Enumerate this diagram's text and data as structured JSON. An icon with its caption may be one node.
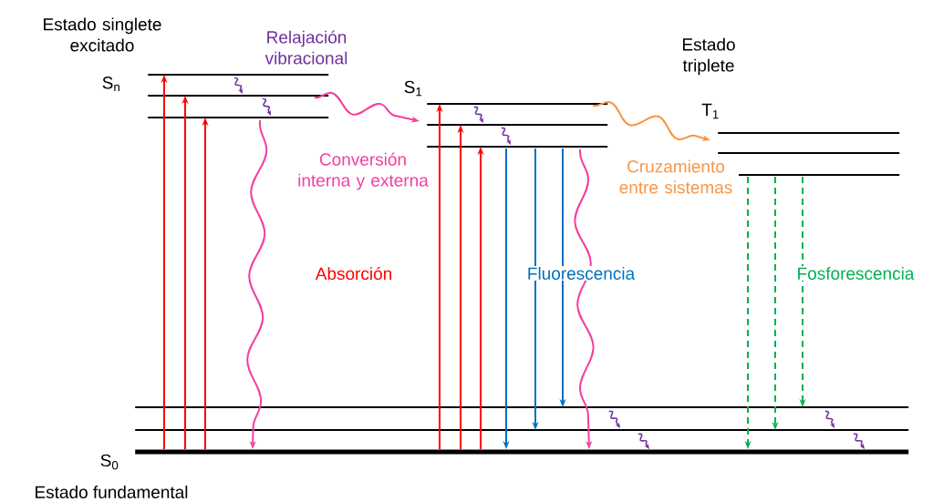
{
  "diagram": {
    "nodes": [
      {
        "text": [],
        "shape": "bar",
        "beside": [
          "Estado singlete excitado",
          "S$_{n}$"
        ]
      },
      {
        "text": [],
        "shape": "bar"
      },
      {
        "text": [],
        "shape": "bar"
      },
      {
        "text": [],
        "shape": "bar",
        "beside": [
          "S$_{1}$"
        ]
      },
      {
        "text": [],
        "shape": "bar"
      },
      {
        "text": [],
        "shape": "bar"
      },
      {
        "text": [],
        "shape": "bar",
        "beside": [
          "Estado triplete",
          "T$_{1}$"
        ]
      },
      {
        "text": [],
        "shape": "bar"
      },
      {
        "text": [],
        "shape": "bar"
      },
      {
        "text": [],
        "shape": "bar"
      },
      {
        "text": [],
        "shape": "bar"
      },
      {
        "text": [],
        "shape": "bar",
        "beside": [
          "S$_{0}$",
          "Estado fundamental"
        ]
      }
    ],
    "edges": [
      {
        "from": 11,
        "to": 0,
        "arrow": "to",
        "color": "#ff0000"
      },
      {
        "from": 11,
        "to": 1,
        "arrow": "to",
        "color": "#ff0000"
      },
      {
        "from": 11,
        "to": 2,
        "arrow": "to",
        "color": "#ff0000"
      },
      {
        "from": 11,
        "to": 3,
        "arrow": "to",
        "color": "#ff0000"
      },
      {
        "from": 11,
        "to": 4,
        "arrow": "to",
        "color": "#ff0000"
      },
      {
        "from": 11,
        "to": 5,
        "arrow": "to",
        "color": "#ff0000"
      },
      {
        "from": 0,
        "to": 1,
        "arrow": "to"
      },
      {
        "from": 1,
        "to": 2,
        "arrow": "to"
      },
      {
        "from": 3,
        "to": 4,
        "arrow": "to"
      },
      {
        "from": 4,
        "to": 5,
        "arrow": "to"
      },
      {
        "from": 9,
        "to": 10,
        "arrow": "to"
      },
      {
        "from": 10,
        "to": 11,
        "arrow": "to"
      },
      {
        "from": 9,
        "to": 10,
        "arrow": "to"
      },
      {
        "from": 10,
        "to": 11,
        "arrow": "to"
      },
      {
        "from": 1,
        "to": 4,
        "arrow": "to",
        "color": "#f53da0"
      },
      {
        "from": 2,
        "to": 11,
        "arrow": "to",
        "color": "#f53da0"
      },
      {
        "from": 5,
        "to": 11,
        "arrow": "to",
        "color": "#f53da0"
      },
      {
        "from": 3,
        "to": 6,
        "arrow": "to",
        "color": "#f79646"
      },
      {
        "from": 5,
        "to": 11,
        "arrow": "to",
        "color": "#0070c0"
      },
      {
        "from": 5,
        "to": 10,
        "arrow": "to",
        "color": "#0070c0"
      },
      {
        "from": 5,
        "to": 9,
        "arrow": "to",
        "color": "#0070c0"
      },
      {
        "from": 8,
        "to": 11,
        "arrow": "to",
        "style": "dashed",
        "color": "#00b050"
      },
      {
        "from": 8,
        "to": 10,
        "arrow": "to",
        "style": "dashed",
        "color": "#00b050"
      },
      {
        "from": 8,
        "to": 9,
        "arrow": "to",
        "style": "dashed",
        "color": "#00b050"
      }
    ],
    "labels": [
      "Relajación vibracional",
      "Conversión interna y externa",
      "Absorción",
      "Fluorescencia",
      "Cruzamiento entre sistemas",
      "Fosforescencia"
    ]
  }
}
